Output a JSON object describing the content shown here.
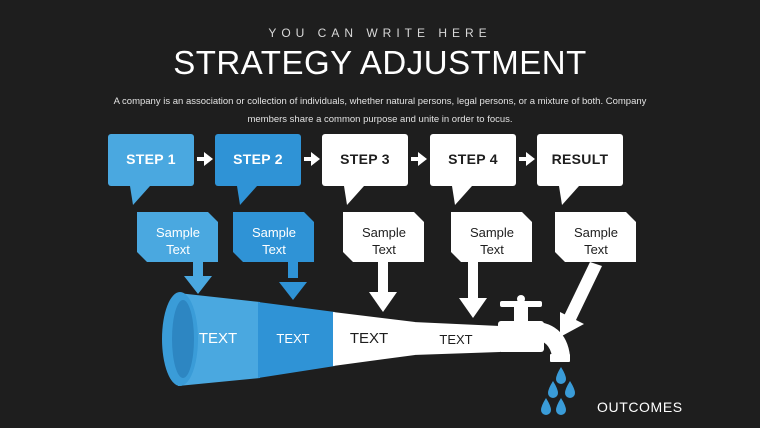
{
  "header": {
    "subtitle": "YOU CAN WRITE HERE",
    "title": "STRATEGY ADJUSTMENT",
    "description": "A company is an association or collection of individuals, whether natural persons, legal persons, or a mixture of both. Company members share a common purpose and unite in order to focus."
  },
  "steps": [
    {
      "label": "STEP 1",
      "sample": "Sample\nText",
      "color": "#4aa8e0"
    },
    {
      "label": "STEP 2",
      "sample": "Sample\nText",
      "color": "#2f93d6"
    },
    {
      "label": "STEP 3",
      "sample": "Sample\nText",
      "color": "#ffffff"
    },
    {
      "label": "STEP 4",
      "sample": "Sample\nText",
      "color": "#ffffff"
    },
    {
      "label": "RESULT",
      "sample": "Sample\nText",
      "color": "#ffffff"
    }
  ],
  "pipe": {
    "segments": [
      "TEXT",
      "TEXT",
      "TEXT",
      "TEXT"
    ]
  },
  "outcomes_label": "OUTCOMES",
  "colors": {
    "background": "#1e1e1e",
    "light_blue": "#4aa8e0",
    "mid_blue": "#2f93d6",
    "white": "#ffffff"
  },
  "icons": [
    "arrow-right-icon",
    "arrow-down-icon",
    "faucet-icon",
    "water-drop-icon"
  ]
}
